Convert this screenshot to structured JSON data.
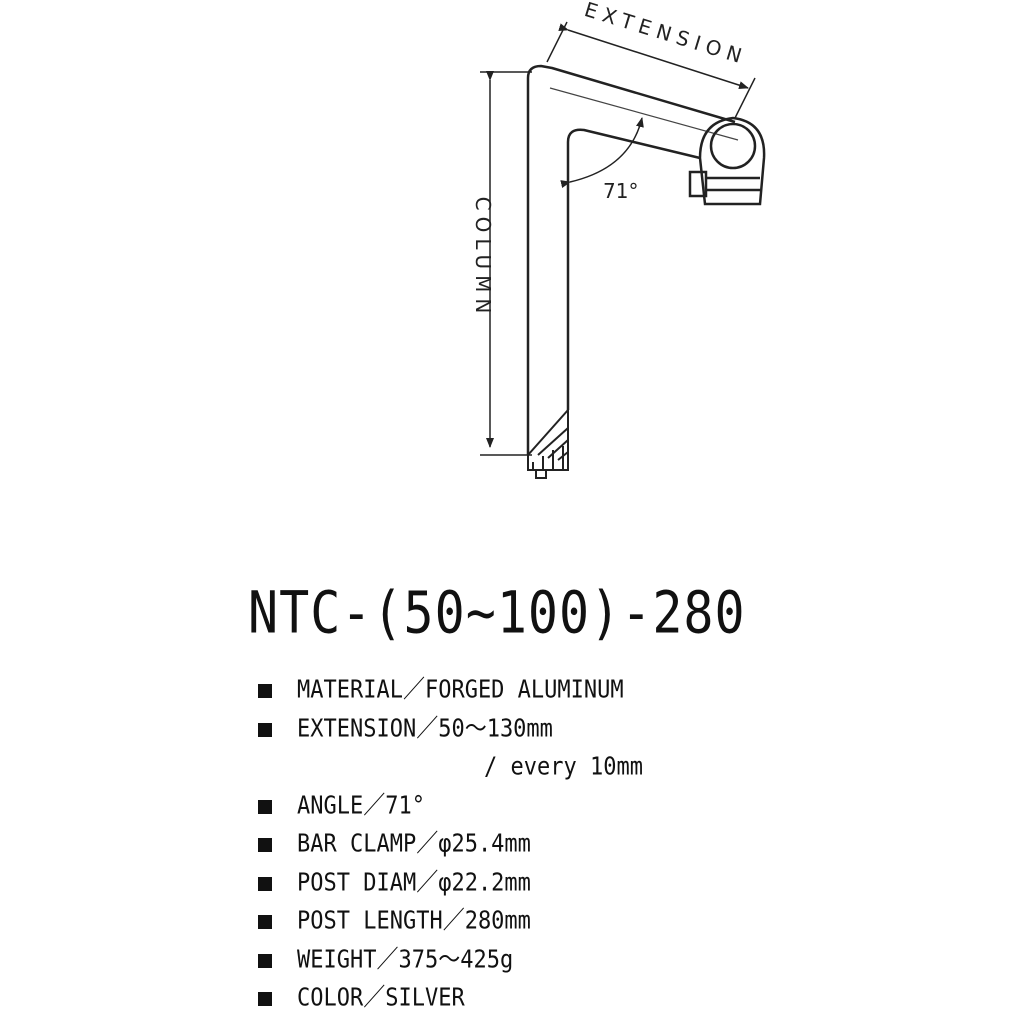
{
  "diagram": {
    "labels": {
      "extension": "EXTENSION",
      "column": "COLUMN",
      "angle": "71°"
    }
  },
  "model": "NTC-(50~100)-280",
  "specs": [
    {
      "text": "MATERIAL／FORGED ALUMINUM"
    },
    {
      "text": "EXTENSION／50～130mm"
    },
    {
      "text": "/ every 10mm",
      "continuation": true
    },
    {
      "text": "ANGLE／71°"
    },
    {
      "text": "BAR CLAMP／φ25.4mm"
    },
    {
      "text": "POST DIAM／φ22.2mm"
    },
    {
      "text": "POST LENGTH／280mm"
    },
    {
      "text": "WEIGHT／375～425g"
    },
    {
      "text": "COLOR／SILVER"
    }
  ],
  "colors": {
    "ink": "#111111",
    "background": "#ffffff"
  }
}
